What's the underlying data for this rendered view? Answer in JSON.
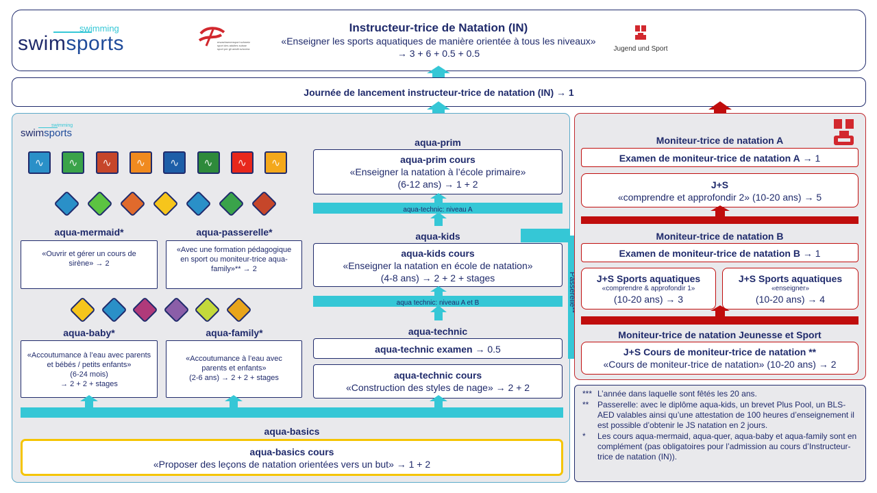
{
  "header": {
    "brand_small": "swimming",
    "brand_main_a": "swim",
    "brand_main_b": "sports",
    "esa_logo_lines": [
      "erwachsenensport schweiz",
      "sport des adultes suisse",
      "sport per gli adulti svizzera"
    ],
    "title": "Instructeur-trice de Natation (IN)",
    "subtitle": "«Enseigner les sports aquatiques de manière orientée à tous les niveaux»",
    "credits": "→ 3 + 6 + 0.5 + 0.5",
    "js_logo_label": "Jugend und Sport"
  },
  "launch": {
    "text": "Journée de lancement instructeur-trice de natation (IN) → 1"
  },
  "left": {
    "logo_small": "swimming",
    "logo_main_a": "swim",
    "logo_main_b": "sports",
    "mermaid": {
      "title": "aqua-mermaid*",
      "text": "«Ouvrir et gérer un cours de sirène» → 2"
    },
    "passerelle": {
      "title": "aqua-passerelle*",
      "text": "«Avec une formation pédagogique en sport ou moniteur-trice aqua-family»** → 2"
    },
    "baby": {
      "title": "aqua-baby*",
      "text1": "«Accoutumance à l’eau avec parents et bébés / petits enfants»",
      "text2": "(6-24 mois)",
      "text3": "→ 2 + 2 + stages"
    },
    "family": {
      "title": "aqua-family*",
      "text1": "«Accoutumance à l’eau avec parents et enfants»",
      "text2": "(2-6 ans) → 2 + 2 + stages"
    },
    "prim": {
      "header": "aqua-prim",
      "title": "aqua-prim cours",
      "line1": "«Enseigner la natation à l’école primaire»",
      "line2": "(6-12 ans) → 1 + 2",
      "bar": "aqua-technic: niveau A"
    },
    "kids": {
      "header": "aqua-kids",
      "title": "aqua-kids cours",
      "line1": "«Enseigner la natation en école de natation»",
      "line2": "(4-8 ans) → 2 + 2 + stages",
      "bar": "aqua technic: niveau A et B"
    },
    "technic": {
      "header": "aqua-technic",
      "exam": "aqua-technic examen",
      "exam_credit": " → 0.5",
      "course": "aqua-technic cours",
      "course_line": "«Construction des styles de nage» → 2 + 2"
    },
    "basics": {
      "header": "aqua-basics",
      "title": "aqua-basics cours",
      "line": "«Proposer des leçons de natation orientées vers un but» → 1 + 2"
    },
    "passerelle_label": "Passerelle**"
  },
  "right": {
    "a": {
      "header": "Moniteur-trice de natation A",
      "exam": "Examen de moniteur-trice de natation A",
      "exam_credit": " → 1",
      "js_title": "J+S",
      "js_line": "«comprendre et approfondir 2» (10-20 ans) → 5"
    },
    "b": {
      "header": "Moniteur-trice de natation B",
      "exam": "Examen de moniteur-trice de natation B",
      "exam_credit": " → 1",
      "left_title": "J+S Sports aquatiques",
      "left_small": "«comprendre & approfondir 1»",
      "left_line": "(10-20 ans) → 3",
      "right_title": "J+S Sports aquatiques",
      "right_small": "«enseigner»",
      "right_line": "(10-20 ans) → 4"
    },
    "js": {
      "header": "Moniteur-trice de natation Jeunesse et Sport",
      "title": "J+S Cours de moniteur-trice de natation **",
      "line": "«Cours de moniteur-trice de natation» (10-20 ans) → 2"
    }
  },
  "notes": [
    {
      "mark": "***",
      "text": "L’année dans laquelle sont fêtés les 20 ans."
    },
    {
      "mark": "**",
      "text": "Passerelle: avec le diplôme aqua-kids, un brevet Plus Pool, un BLS-AED valables ainsi qu’une attestation de 100 heures d’enseignement il est possible d’obtenir le JS natation en 2 jours."
    },
    {
      "mark": "*",
      "text": "Les cours aqua-mermaid, aqua-quer, aqua-baby et aqua-family sont en complément (pas obligatoires pour l’admission au cours d’Instructeur-trice de natation (IN))."
    }
  ],
  "colors": {
    "navy": "#1f2a6b",
    "cyan": "#35c7d6",
    "red": "#c00d0d",
    "yellow": "#f5c400",
    "panel": "#e9e9ec"
  },
  "icons": {
    "level_squares": [
      {
        "name": "whale-icon",
        "color": "#2a90c8"
      },
      {
        "name": "crocodile-icon",
        "color": "#3aa34a"
      },
      {
        "name": "seal-icon",
        "color": "#c6462a"
      },
      {
        "name": "penguin-icon",
        "color": "#f08a1f"
      },
      {
        "name": "swimmer-icon",
        "color": "#1d5ea8"
      },
      {
        "name": "swimmer-icon",
        "color": "#2e8a3b"
      },
      {
        "name": "swimmer-icon",
        "color": "#e8271c"
      },
      {
        "name": "swimmer-icon",
        "color": "#f4a81b"
      }
    ],
    "diamonds_top": [
      {
        "name": "crab-icon",
        "color": "#2a90c8"
      },
      {
        "name": "seahorse-icon",
        "color": "#5cc441"
      },
      {
        "name": "frog-icon",
        "color": "#e06a2c"
      },
      {
        "name": "penguin-icon",
        "color": "#f6c51c"
      },
      {
        "name": "octopus-icon",
        "color": "#2a90c8"
      },
      {
        "name": "crocodile-icon",
        "color": "#3aa34a"
      },
      {
        "name": "hippo-icon",
        "color": "#c6462a"
      }
    ],
    "diamonds_bottom": [
      {
        "name": "duck-icon",
        "color": "#f6c51c"
      },
      {
        "name": "swan-icon",
        "color": "#2a90c8"
      },
      {
        "name": "flamingo-icon",
        "color": "#b03a7a"
      },
      {
        "name": "hippo-icon",
        "color": "#8b5ea8"
      },
      {
        "name": "turtle-icon",
        "color": "#c4d93a"
      },
      {
        "name": "beaver-icon",
        "color": "#e8a51b"
      }
    ]
  }
}
